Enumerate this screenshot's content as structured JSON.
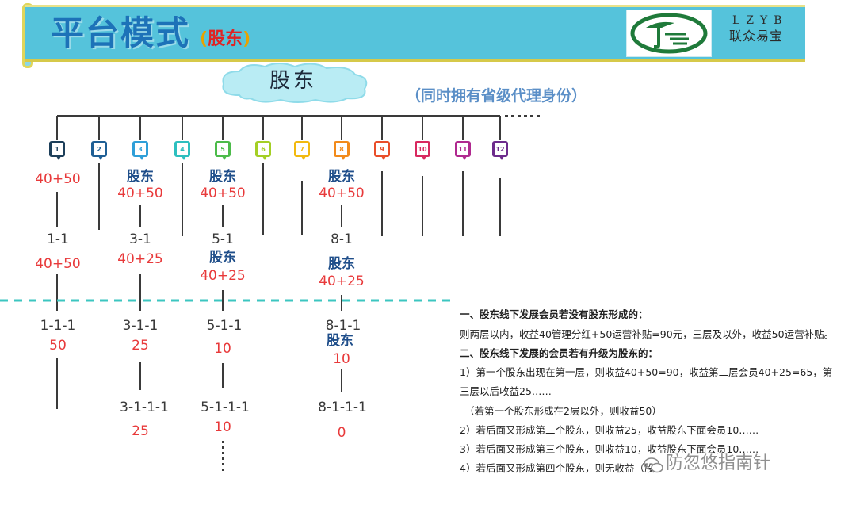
{
  "header": {
    "title": "平台模式",
    "subtitle_text": "股东",
    "subtitle_open": "(",
    "subtitle_close": ")",
    "brand_code": "LZYB",
    "brand_name": "联众易宝"
  },
  "top_node": "股东",
  "side_note": "（同时拥有省级代理身份）",
  "markers": [
    {
      "label": "1",
      "color": "#1d3f5a"
    },
    {
      "label": "2",
      "color": "#1f5f95"
    },
    {
      "label": "3",
      "color": "#2f9fd8"
    },
    {
      "label": "4",
      "color": "#2dbfbf"
    },
    {
      "label": "5",
      "color": "#4cbb4a"
    },
    {
      "label": "6",
      "color": "#a4cf25"
    },
    {
      "label": "7",
      "color": "#f2b90f"
    },
    {
      "label": "8",
      "color": "#f28a1a"
    },
    {
      "label": "9",
      "color": "#e94e2a"
    },
    {
      "label": "10",
      "color": "#d8285f"
    },
    {
      "label": "11",
      "color": "#b0298f"
    },
    {
      "label": "12",
      "color": "#6d2b8c"
    }
  ],
  "tree": {
    "b1": {
      "lv1_value": "40+50",
      "lv2_code": "1-1",
      "lv2_value": "40+50",
      "lv3_code": "1-1-1",
      "lv3_value": "50"
    },
    "b3": {
      "lv1_tag": "股东",
      "lv1_value": "40+50",
      "lv2_code": "3-1",
      "lv2_value": "40+25",
      "lv3_code": "3-1-1",
      "lv3_value": "25",
      "lv4_code": "3-1-1-1",
      "lv4_value": "25"
    },
    "b5": {
      "lv1_tag": "股东",
      "lv1_value": "40+50",
      "lv2_code": "5-1",
      "lv2_tag": "股东",
      "lv2_value": "40+25",
      "lv3_code": "5-1-1",
      "lv3_value": "10",
      "lv4_code": "5-1-1-1",
      "lv4_value": "10"
    },
    "b8": {
      "lv1_tag": "股东",
      "lv1_value": "40+50",
      "lv2_code": "8-1",
      "lv2_tag": "股东",
      "lv2_value": "40+25",
      "lv3_code": "8-1-1",
      "lv3_tag": "股东",
      "lv3_value": "10",
      "lv4_code": "8-1-1-1",
      "lv4_value": "0"
    }
  },
  "notes": [
    {
      "text": "一、股东线下发展会员若没有股东形成的：",
      "bold": true
    },
    {
      "text": "则两层以内，收益40管理分红+50运营补贴=90元，三层及以外，收益50运营补贴。",
      "bold": false
    },
    {
      "text": "二、股东线下发展的会员若有升级为股东的：",
      "bold": true
    },
    {
      "text": "1）第一个股东出现在第一层，则收益40+50=90，收益第二层会员40+25=65，第",
      "bold": false
    },
    {
      "text": "三层以后收益25……",
      "bold": false
    },
    {
      "text": "（若第一个股东形成在2层以外，则收益50）",
      "bold": false
    },
    {
      "text": "2）若后面又形成第二个股东，则收益25，收益股东下面会员10……",
      "bold": false
    },
    {
      "text": "3）若后面又形成第三个股东，则收益10，收益股东下面会员10……",
      "bold": false
    },
    {
      "text": "4）若后面又形成第四个股东，则无收益（股",
      "bold": false
    }
  ],
  "watermark": "防忽悠指南针",
  "colors": {
    "banner": "#55c3db",
    "title": "#1d72b8",
    "value_red": "#e8393a",
    "tag_blue": "#1f4e8a",
    "dash_teal": "#3cc6c0",
    "tree_line": "#3a3a3a",
    "note_blue": "#5b8fc7"
  }
}
